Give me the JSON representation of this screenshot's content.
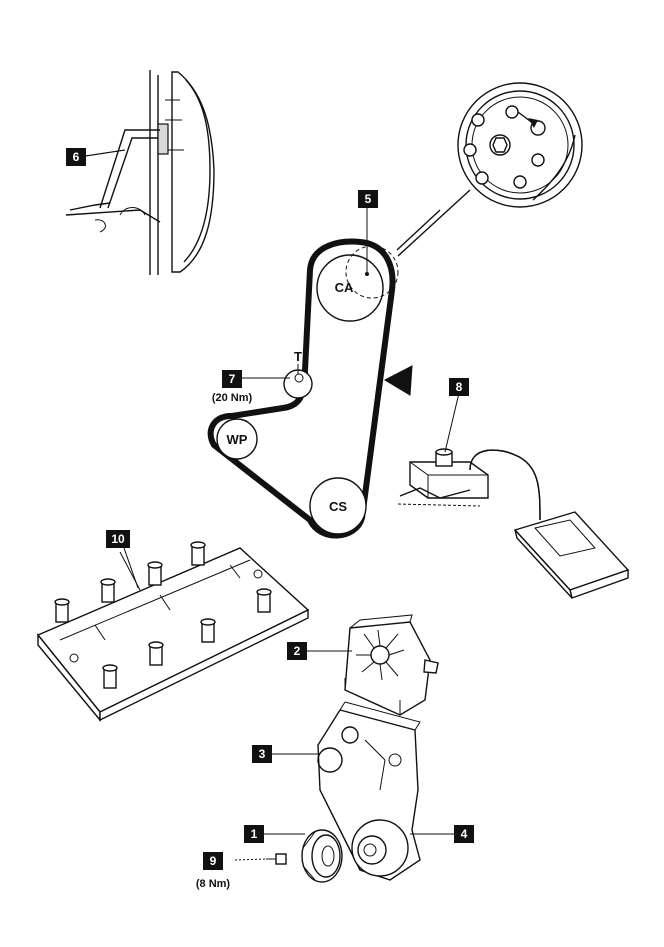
{
  "callouts": {
    "c1": "1",
    "c2": "2",
    "c3": "3",
    "c4": "4",
    "c5": "5",
    "c6": "6",
    "c7": "7",
    "c8": "8",
    "c9": "9",
    "c10": "10"
  },
  "pulleys": {
    "camshaft": "CA",
    "water_pump": "WP",
    "crankshaft": "CS",
    "tensioner": "T"
  },
  "torques": {
    "tensioner": "(20 Nm)",
    "bolt": "(8 Nm)"
  },
  "icons": {
    "rotation": "direction-arrow-icon"
  }
}
